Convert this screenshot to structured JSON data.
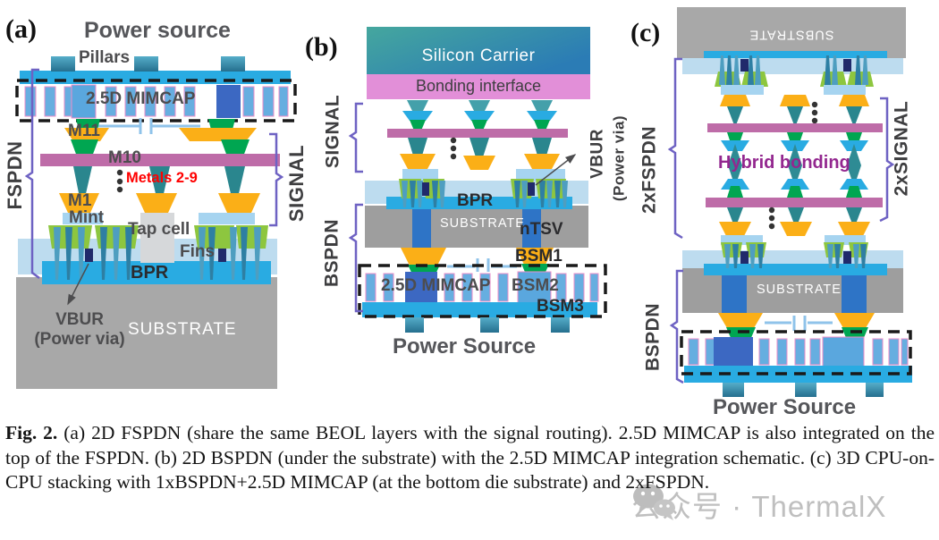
{
  "figure": {
    "panels": {
      "a": {
        "tag": "(a)",
        "title": "Power source",
        "labels": {
          "pillars": "Pillars",
          "mimcap": "2.5D MIMCAP",
          "m11": "M11",
          "m10": "M10",
          "metals": "Metals 2-9",
          "m1": "M1",
          "mint": "Mint",
          "tap_cell": "Tap cell",
          "fins": "Fins",
          "bpr": "BPR",
          "vbur_line1": "VBUR",
          "vbur_line2": "(Power via)",
          "substrate": "SUBSTRATE",
          "fspdn": "FSPDN",
          "signal": "SIGNAL"
        }
      },
      "b": {
        "tag": "(b)",
        "labels": {
          "silicon_carrier": "Silicon Carrier",
          "bonding_interface": "Bonding interface",
          "signal": "SIGNAL",
          "vbur_line1": "VBUR",
          "vbur_line2": "(Power via)",
          "bpr": "BPR",
          "substrate": "SUBSTRATE",
          "ntsv": "nTSV",
          "bsm1": "BSM1",
          "mimcap": "2.5D MIMCAP",
          "bsm2": "BSM2",
          "bsm3": "BSM3",
          "bspdn": "BSPDN",
          "power_source": "Power Source"
        }
      },
      "c": {
        "tag": "(c)",
        "labels": {
          "substrate_top": "SUBSTRATE",
          "hybrid_bonding": "Hybrid bonding",
          "substrate_bottom": "SUBSTRATE",
          "fspdn_2x": "2xFSPDN",
          "signal_2x": "2xSIGNAL",
          "bspdn": "BSPDN",
          "power_source": "Power Source"
        }
      }
    },
    "caption": {
      "fig_label": "Fig. 2.",
      "body": "(a) 2D FSPDN (share the same BEOL layers with the signal routing). 2.5D MIMCAP is also integrated on the top of the FSPDN. (b) 2D BSPDN (under the substrate) with the 2.5D MIMCAP integration schematic. (c) 3D CPU-on-CPU stacking with 1xBSPDN+2.5D MIMCAP (at the bottom die substrate) and 2xFSPDN."
    },
    "watermark": {
      "text": "公众号 · ThermalX"
    },
    "colors": {
      "metal_blue": "#29ABE2",
      "light_band": "#BDDCEF",
      "mimcap_bar": "#66AEE0",
      "mimcap_bar_outline": "#ED8EC8",
      "deep_blue": "#3C68C2",
      "ntsv_blue": "#2E74C6",
      "green_via": "#00A651",
      "fin_green": "#8DC63F",
      "orange_pad": "#FBAF17",
      "metal_pink": "#BE6CA8",
      "bond_pink": "#E28FD8",
      "teal_via": "#2A868E",
      "substrate_gray": "#A0A0A0",
      "vbur_navy": "#202A6B",
      "bracket_purple": "#6E62C3",
      "label_gray": "#4D4D4F",
      "metals_red": "#FF0000",
      "hybrid_purple": "#93278F"
    }
  }
}
